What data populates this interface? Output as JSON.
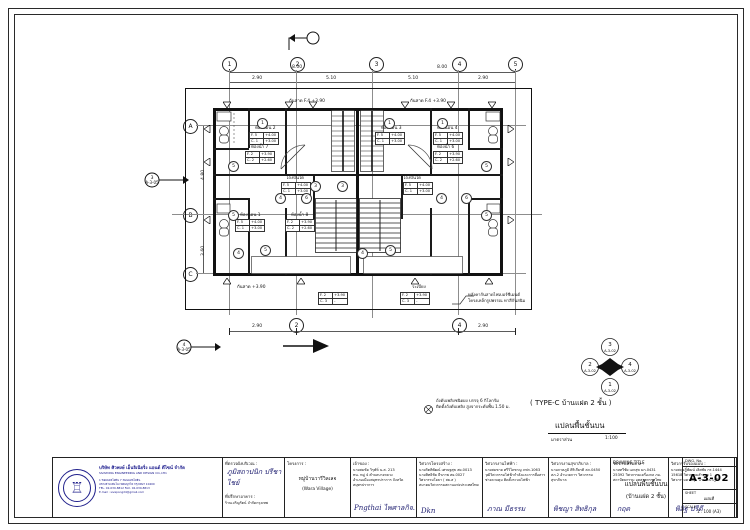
{
  "sheet": {
    "drawing_title_header": "DRAWING TITLE",
    "drawing_title_th": "แปลนพื้นชั้นบน",
    "drawing_title_sub": "(บ้านแฝด 2 ชั้น)",
    "drawing_no_header": "DWG. No.",
    "drawing_no": "A-3-02",
    "sheet_header": "SHEET",
    "sheet_value": "แผ่นที่",
    "scale_header": "SCALE",
    "scale_value": "1 : 100 (A3)"
  },
  "plan": {
    "type_label": "( TYPE-C บ้านแฝด 2 ชั้น )",
    "plan_name": "แปลนพื้นชั้นบน",
    "scale_label": "มาตราส่วน",
    "scale_value": "1:100",
    "notes": [
      "ถังดับเพลิงชนิดผง บรรจุ 6 กิโลกรัม",
      "ติดตั้งถังดับเพลิง สูงจากระดับพื้น 1.50 ม."
    ],
    "canopy_note": [
      "หลังคากันสาดไฟเบอร์ซีเมนต์",
      "โครงเหล็กรูปพรรณ ทาสีกันสนิม"
    ],
    "canopy_top_left": "กันสาด F.4 +3.90",
    "canopy_top_right": "กันสาด F.4 +3.90",
    "canopy_bottom": "กันสาด +3.90",
    "balcony_label": "ระเบียง"
  },
  "grid": {
    "columns": [
      "1",
      "2",
      "3",
      "4",
      "5"
    ],
    "rows": [
      "A",
      "B",
      "C"
    ],
    "dims_top_lower": [
      "2.90",
      "5.10",
      "5.10",
      "2.90"
    ],
    "dims_top_upper": [
      "8.00",
      "8.00"
    ],
    "dims_bottom": [
      "2.90",
      "2.90"
    ],
    "dims_left": [
      "4.80",
      "3.60"
    ]
  },
  "rooms": [
    {
      "name": "ห้องนอน 2",
      "floor_code": "F. 5",
      "floor_lvl": "+4.00",
      "ceil_code": "C. 1",
      "ceil_lvl": "+3.00"
    },
    {
      "name": "ห้องน้ำ 7",
      "floor_code": "F. 2",
      "floor_lvl": "+3.90",
      "ceil_code": "C. 2",
      "ceil_lvl": "+2.60"
    },
    {
      "name": "ห้องนอน 1",
      "floor_code": "F. 5",
      "floor_lvl": "+4.00",
      "ceil_code": "C. 1",
      "ceil_lvl": "+3.00"
    },
    {
      "name": "ห้องน้ำ 8",
      "floor_code": "F. 2",
      "floor_lvl": "+3.90",
      "ceil_code": "C. 2",
      "ceil_lvl": "+2.60"
    },
    {
      "name": "โถงบันได",
      "floor_code": "F. 5",
      "floor_lvl": "+4.00",
      "ceil_code": "C. 1",
      "ceil_lvl": "+3.00"
    },
    {
      "name": "ห้องนอน 3",
      "floor_code": "F. 5",
      "floor_lvl": "+4.00",
      "ceil_code": "C. 1",
      "ceil_lvl": "+3.00"
    },
    {
      "name": "ห้องนอน 4",
      "floor_code": "F. 5",
      "floor_lvl": "+4.00",
      "ceil_code": "C. 1",
      "ceil_lvl": "+3.00"
    },
    {
      "name": "ห้องน้ำ 6",
      "floor_code": "F. 2",
      "floor_lvl": "+3.90",
      "ceil_code": "C. 2",
      "ceil_lvl": "+2.60"
    },
    {
      "name": "โถงบันได",
      "floor_code": "F. 5",
      "floor_lvl": "+4.00",
      "ceil_code": "C. 1",
      "ceil_lvl": "+3.00"
    },
    {
      "name": "ระเบียง",
      "floor_code": "F. 2",
      "floor_lvl": "+3.90",
      "ceil_code": "C. 3",
      "ceil_lvl": "-"
    }
  ],
  "section_marker": {
    "labels": [
      "1",
      "2",
      "3",
      "4"
    ],
    "sheet_refs": [
      "A-3-02",
      "A-3-02",
      "A-3-02",
      "A-3-02"
    ]
  },
  "north_marker": {
    "label": "N"
  },
  "titleblock": {
    "company_name_th": "บริษัท ศิวพงษ์ เอ็นจิเนียริ่ง แอนด์ ดีไซน์ จำกัด",
    "company_name_en": "SIVAPONG ENGINEERING AND DESIGN CO.,LTD.",
    "address_1": "1 ซอยพหลโยธิน 7 ถนนพหลโยธิน",
    "address_2": "แขวงสามเสนใน เขตพญาไท กรุงเทพฯ 10400",
    "address_3": "TEL. 02-030-8812  FAX. 02-030-8813",
    "address_4": "E-mail : sivapongdd@gmail.com",
    "columns": [
      {
        "header": "ที่ตรวจผังบริเวณ :",
        "body": "ภูมิสถาปนิก  ปรีชาไชย์",
        "header2": "ที่ปรึกษาอาคาร :",
        "body2": "ร้านเจริญรัตน์ จำกัดกรุงเทพ"
      },
      {
        "header": "โครงการ :",
        "body": "หมู่บ้านวารีวิลเลจ",
        "body2": "(Wara Village)"
      },
      {
        "header": "เจ้าของ :",
        "body": "นายสมชัย วิรุฬห์ น.ส. 213\nทน. หมู่ 4 ตำบลบางหลวง\nอำเภอเมืองสมุทรปราการ จังหวัดสมุทรปราการ",
        "sign": "Pngthai ไพศาลกิจ."
      },
      {
        "header": "วิศวกรโครงสร้าง :",
        "body": "นายกิตติพัฒน์ เศรษฐสุข สย.0013\nนายสิทธิชัย ธีรภาพ สย.0027\nวิศวกรรมโยธา ( สย.ส )\nสมาคมวิศวกรรมสถานแห่งประเทศไทย",
        "sign": "Dkn"
      },
      {
        "header": "วิศวกรงานไฟฟ้า :",
        "body": "นายสมชาย ศรีวิไลชาญ ภฟก.1063\nวุฒิวิศวกรรมไฟฟ้ากำลังและการสื่อสาร\nช่างควบคุม ติดตั้งระบบไฟฟ้า",
        "sign": "ภาณ มีธรรม"
      },
      {
        "header": "วิศวกรงานสุขาภิบาล :",
        "body": "นายภาคภูมิ ศิริเกียรติ สภ.0450\nสภ.2 อำนวยการ วิศวกรรมสุขาภิบาล",
        "sign": "พิชญา สิทธิกุล"
      },
      {
        "header": "วิศวกรเครื่องกล :",
        "body": "นายทวีชัย เอกสุข มก.0431\n25392 วิศวกรรมเครื่องกล ภม.\nสถาปัตยกรรม อุตสาหกรรมไทย",
        "sign": "กฤต"
      },
      {
        "header": "วิศวกรรับรองแบบ :",
        "body": "นายสฤษฎิ์พัฒน์ เลิศชัย กร.1444\n15618 วิศวกรรมสำรวจ 1\nวิศวกรรมควบคุม น้ำประปาภูมิ",
        "sign": "พิสิฐ ปรีดี"
      }
    ]
  }
}
